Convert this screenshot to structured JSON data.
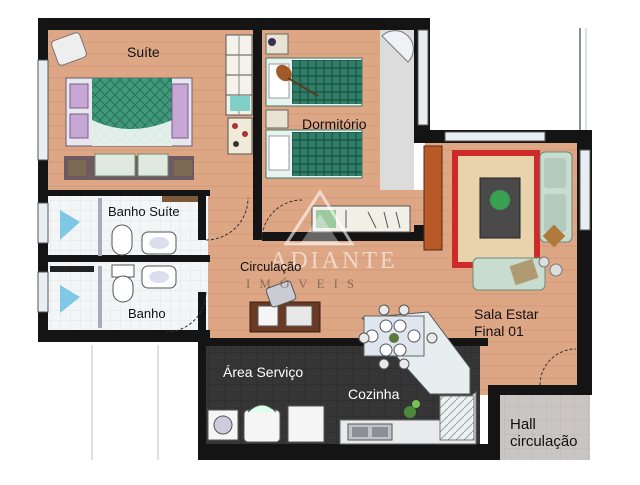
{
  "rooms": {
    "suite": "Suíte",
    "dormitorio": "Dormitório",
    "banho_suite": "Banho Suíte",
    "circulacao": "Circulação",
    "banho": "Banho",
    "sala_line1": "Sala Estar",
    "sala_line2": "Final 01",
    "area_servico": "Área Serviço",
    "cozinha": "Cozinha",
    "hall_line1": "Hall",
    "hall_line2": "circulação"
  },
  "watermark": {
    "name": "ADIANTE",
    "tagline": "IMÓVEIS"
  },
  "colors": {
    "wall": "#141414",
    "floor_wood": "#dda685",
    "floor_tile": "#c4bfbd",
    "bath_floor": "#f2f4f5",
    "kitchen_floor": "#3a3a3a",
    "bedspread_green": "#2f8a6e",
    "sofa": "#c8dcd0",
    "rug": "#e8d3ad"
  }
}
